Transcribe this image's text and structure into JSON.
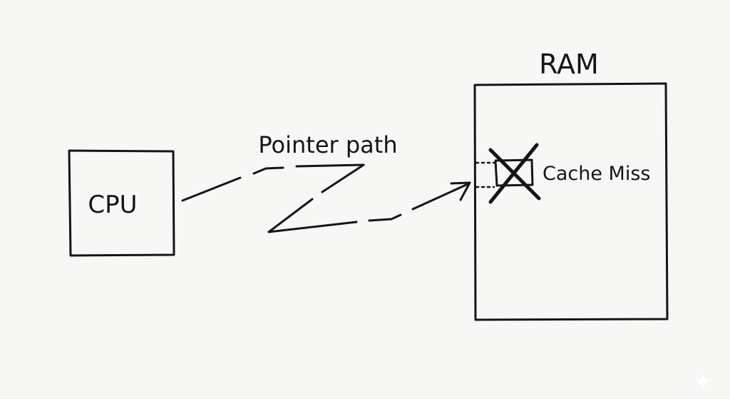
{
  "diagram": {
    "cpu": {
      "label": "CPU"
    },
    "ram": {
      "label": "RAM"
    },
    "path": {
      "label": "Pointer path"
    },
    "cache": {
      "label": "Cache Miss"
    },
    "colors": {
      "ink": "#151515",
      "paper": "#f7f7f6"
    }
  }
}
